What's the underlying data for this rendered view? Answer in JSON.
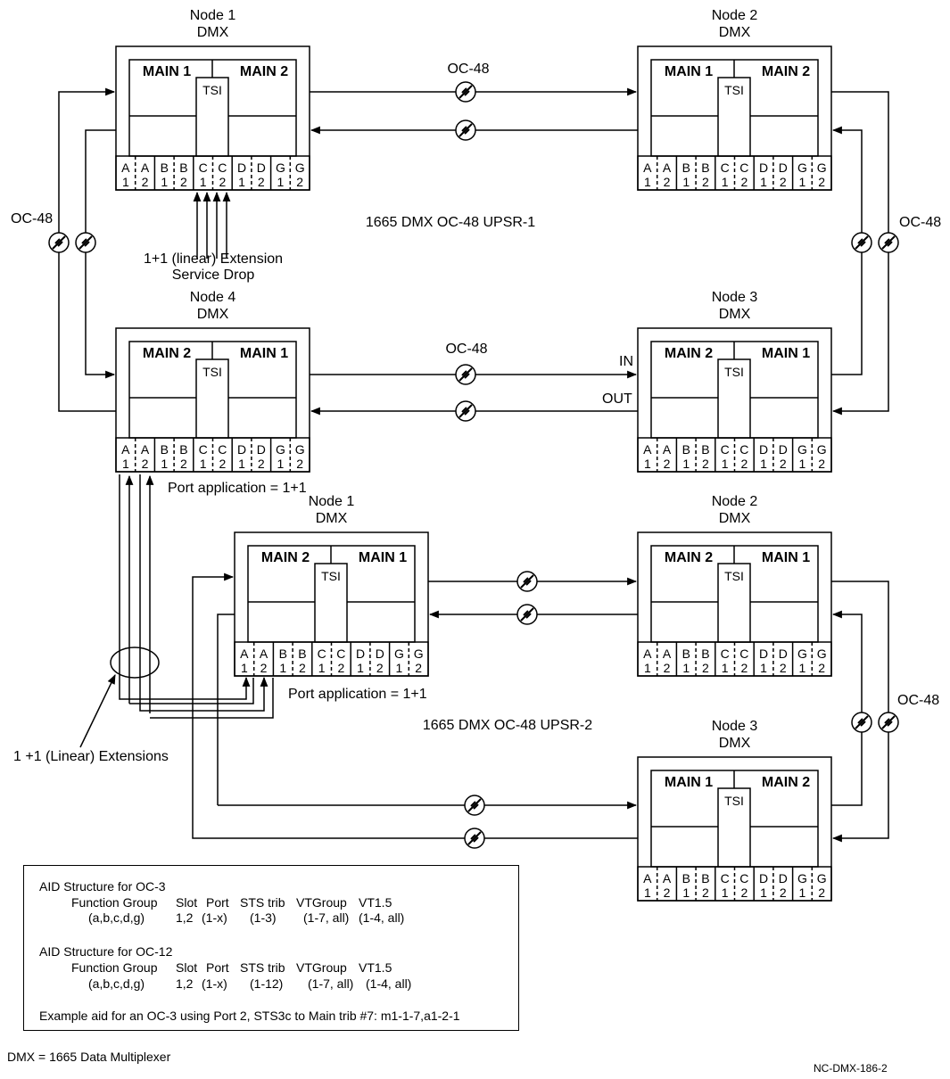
{
  "nodes": [
    {
      "id": "ring1-node1",
      "name": "Node 1",
      "type": "DMX",
      "left_card": "MAIN 1",
      "right_card": "MAIN 2",
      "center": "TSI"
    },
    {
      "id": "ring1-node2",
      "name": "Node 2",
      "type": "DMX",
      "left_card": "MAIN 1",
      "right_card": "MAIN 2",
      "center": "TSI"
    },
    {
      "id": "ring1-node4",
      "name": "Node 4",
      "type": "DMX",
      "left_card": "MAIN 2",
      "right_card": "MAIN 1",
      "center": "TSI"
    },
    {
      "id": "ring1-node3",
      "name": "Node 3",
      "type": "DMX",
      "left_card": "MAIN 2",
      "right_card": "MAIN 1",
      "center": "TSI"
    },
    {
      "id": "ring2-node1",
      "name": "Node 1",
      "type": "DMX",
      "left_card": "MAIN 2",
      "right_card": "MAIN 1",
      "center": "TSI"
    },
    {
      "id": "ring2-node2",
      "name": "Node 2",
      "type": "DMX",
      "left_card": "MAIN 2",
      "right_card": "MAIN 1",
      "center": "TSI"
    },
    {
      "id": "ring2-node3",
      "name": "Node 3",
      "type": "DMX",
      "left_card": "MAIN 1",
      "right_card": "MAIN 2",
      "center": "TSI"
    }
  ],
  "slots": [
    {
      "letter": "A",
      "num": "1"
    },
    {
      "letter": "A",
      "num": "2"
    },
    {
      "letter": "B",
      "num": "1"
    },
    {
      "letter": "B",
      "num": "2"
    },
    {
      "letter": "C",
      "num": "1"
    },
    {
      "letter": "C",
      "num": "2"
    },
    {
      "letter": "D",
      "num": "1"
    },
    {
      "letter": "D",
      "num": "2"
    },
    {
      "letter": "G",
      "num": "1"
    },
    {
      "letter": "G",
      "num": "2"
    }
  ],
  "labels": {
    "oc48": "OC-48",
    "ring1_title": "1665 DMX OC-48 UPSR-1",
    "ring2_title": "1665 DMX OC-48 UPSR-2",
    "extension_line1": "1+1 (linear) Extension",
    "extension_line2": "Service Drop",
    "port_app": "Port application = 1+1",
    "linear_extensions": "1 +1 (Linear) Extensions",
    "in": "IN",
    "out": "OUT",
    "legend": "DMX = 1665 Data Multiplexer",
    "figure_id": "NC-DMX-186-2"
  },
  "aid": {
    "oc3_title": "AID Structure for OC-3",
    "oc12_title": "AID Structure for OC-12",
    "headers": [
      "Function Group",
      "Slot",
      "Port",
      "STS trib",
      "VTGroup",
      "VT1.5"
    ],
    "oc3_values": [
      "(a,b,c,d,g)",
      "1,2",
      "(1-x)",
      "(1-3)",
      "(1-7, all)",
      "(1-4, all)"
    ],
    "oc12_values": [
      "(a,b,c,d,g)",
      "1,2",
      "(1-x)",
      "(1-12)",
      "(1-7, all)",
      "(1-4, all)"
    ],
    "example": "Example aid for an OC-3 using Port 2, STS3c to Main trib #7: m1-1-7,a1-2-1"
  }
}
